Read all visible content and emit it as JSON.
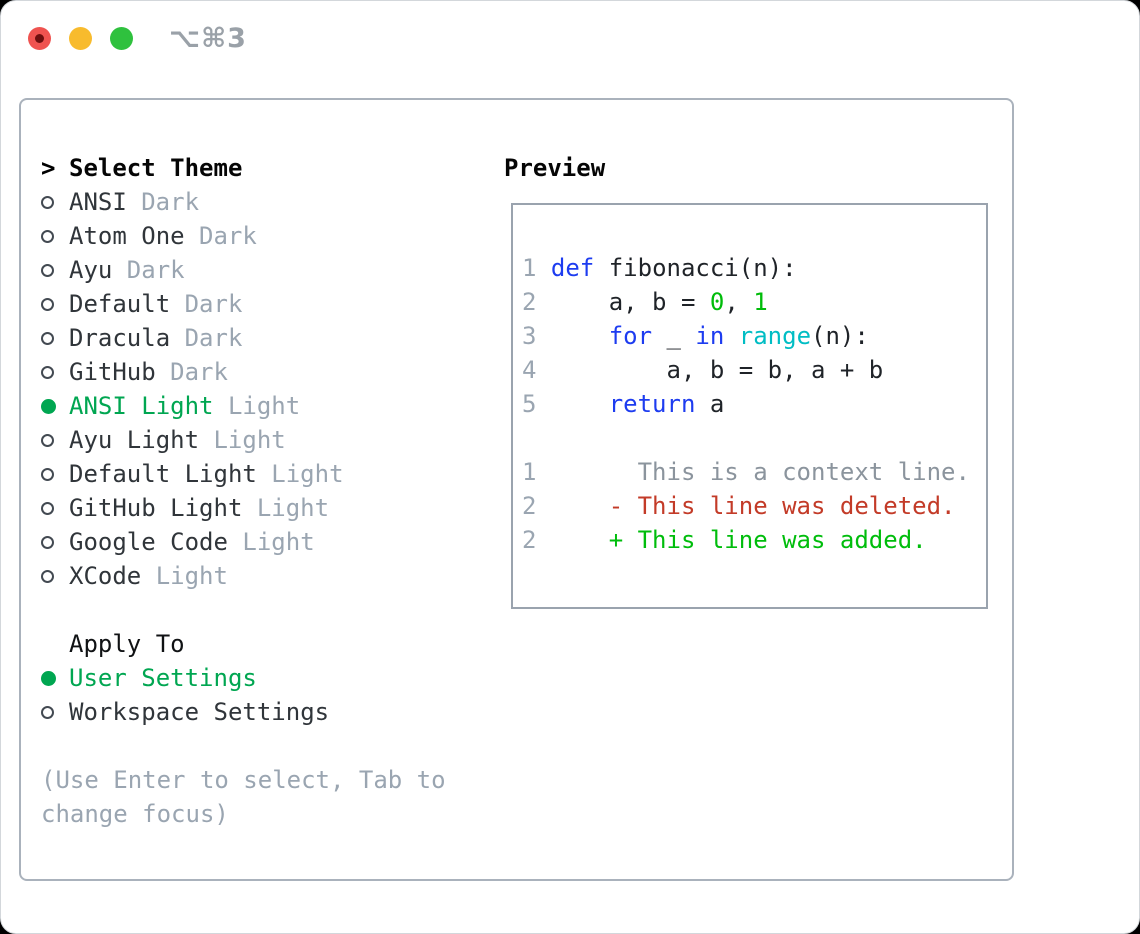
{
  "window": {
    "title": "⌥⌘3",
    "traffic_lights": {
      "close": "close",
      "minimize": "minimize",
      "zoom": "zoom"
    }
  },
  "theme_picker": {
    "header_marker": ">",
    "header": "Select Theme",
    "themes": [
      {
        "name": "ANSI",
        "variant": "Dark",
        "selected": false
      },
      {
        "name": "Atom One",
        "variant": "Dark",
        "selected": false
      },
      {
        "name": "Ayu",
        "variant": "Dark",
        "selected": false
      },
      {
        "name": "Default",
        "variant": "Dark",
        "selected": false
      },
      {
        "name": "Dracula",
        "variant": "Dark",
        "selected": false
      },
      {
        "name": "GitHub",
        "variant": "Dark",
        "selected": false
      },
      {
        "name": "ANSI Light",
        "variant": "Light",
        "selected": true
      },
      {
        "name": "Ayu Light",
        "variant": "Light",
        "selected": false
      },
      {
        "name": "Default Light",
        "variant": "Light",
        "selected": false
      },
      {
        "name": "GitHub Light",
        "variant": "Light",
        "selected": false
      },
      {
        "name": "Google Code",
        "variant": "Light",
        "selected": false
      },
      {
        "name": "XCode",
        "variant": "Light",
        "selected": false
      }
    ],
    "apply_to": {
      "header": "Apply To",
      "options": [
        {
          "name": "User Settings",
          "selected": true
        },
        {
          "name": "Workspace Settings",
          "selected": false
        }
      ]
    },
    "help_line1": "(Use Enter to select, Tab to",
    "help_line2": "change focus)"
  },
  "preview": {
    "header": "Preview",
    "code_lines": [
      {
        "num": "1",
        "segments": [
          {
            "text": "def",
            "style": "kw"
          },
          {
            "text": " fibonacci(n):",
            "style": "plain"
          }
        ]
      },
      {
        "num": "2",
        "segments": [
          {
            "text": "    a, b = ",
            "style": "plain"
          },
          {
            "text": "0",
            "style": "num"
          },
          {
            "text": ", ",
            "style": "plain"
          },
          {
            "text": "1",
            "style": "num"
          }
        ]
      },
      {
        "num": "3",
        "segments": [
          {
            "text": "    ",
            "style": "plain"
          },
          {
            "text": "for",
            "style": "kw"
          },
          {
            "text": " _ ",
            "style": "plain"
          },
          {
            "text": "in",
            "style": "kw"
          },
          {
            "text": " ",
            "style": "plain"
          },
          {
            "text": "range",
            "style": "fn"
          },
          {
            "text": "(n):",
            "style": "plain"
          }
        ]
      },
      {
        "num": "4",
        "segments": [
          {
            "text": "        a, b = b, a + b",
            "style": "plain"
          }
        ]
      },
      {
        "num": "5",
        "segments": [
          {
            "text": "    ",
            "style": "plain"
          },
          {
            "text": "return",
            "style": "kw"
          },
          {
            "text": " a",
            "style": "plain"
          }
        ]
      }
    ],
    "diff_lines": [
      {
        "num": "1",
        "segments": [
          {
            "text": "      This is a context line.",
            "style": "ctx"
          }
        ]
      },
      {
        "num": "2",
        "segments": [
          {
            "text": "    - This line was deleted.",
            "style": "del"
          }
        ]
      },
      {
        "num": "2",
        "segments": [
          {
            "text": "    + This line was added.",
            "style": "add"
          }
        ]
      }
    ]
  },
  "colors": {
    "selected_green": "#00a651",
    "keyword_blue": "#1d3cf0",
    "number_green": "#00bc0a",
    "builtin_cyan": "#00bdc4",
    "deleted_red": "#c33b28",
    "added_green": "#00bd0c",
    "muted_gray": "#9aa5b1",
    "panel_border": "#aab2bc"
  }
}
